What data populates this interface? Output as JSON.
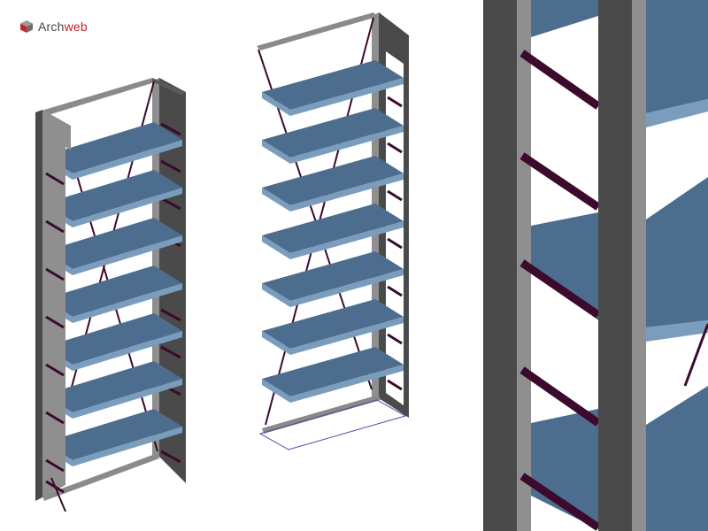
{
  "logo": {
    "part1": "Arch",
    "part2": "web",
    "icon": "archweb-cube-icon"
  },
  "colors": {
    "shelf_top": "#4d6d8e",
    "shelf_front": "#7b9dbd",
    "frame_dark": "#4a4a4a",
    "frame_light": "#8f8f8f",
    "brace": "#3b0a2c",
    "floor_line": "#4a48a6",
    "logo_red": "#c8202a"
  },
  "views": [
    {
      "name": "bookcase-with-frame",
      "shelves": 7
    },
    {
      "name": "bookcase-shelves-only",
      "shelves": 7
    },
    {
      "name": "bookcase-detail-closeup",
      "shelves": 3
    }
  ]
}
